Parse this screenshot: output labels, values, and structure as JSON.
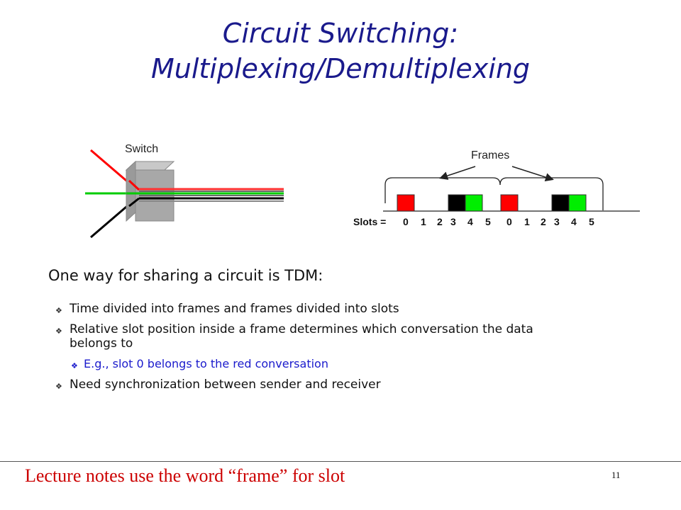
{
  "slide": {
    "title_line1": "Circuit Switching:",
    "title_line2": "Multiplexing/Demultiplexing",
    "page_number": "11"
  },
  "diagram": {
    "switch_label": "Switch",
    "frames_label": "Frames",
    "slots_label": "Slots =",
    "slot_numbers": [
      "0",
      "1",
      "2",
      "3",
      "4",
      "5",
      "0",
      "1",
      "2",
      "3",
      "4",
      "5"
    ],
    "colors": {
      "red": "#ff0000",
      "green": "#00cc00",
      "black": "#000000",
      "switch_gray": "#9a9a9a"
    }
  },
  "content": {
    "intro": "One way for sharing a circuit is TDM:",
    "bullets": [
      "Time divided into frames and frames divided into slots",
      "Relative slot position inside a frame determines which conversation the data belongs to",
      "E.g., slot 0 belongs to the red conversation",
      "Need synchronization between sender and receiver"
    ]
  },
  "footer": {
    "note": "Lecture notes use the word “frame” for slot"
  }
}
